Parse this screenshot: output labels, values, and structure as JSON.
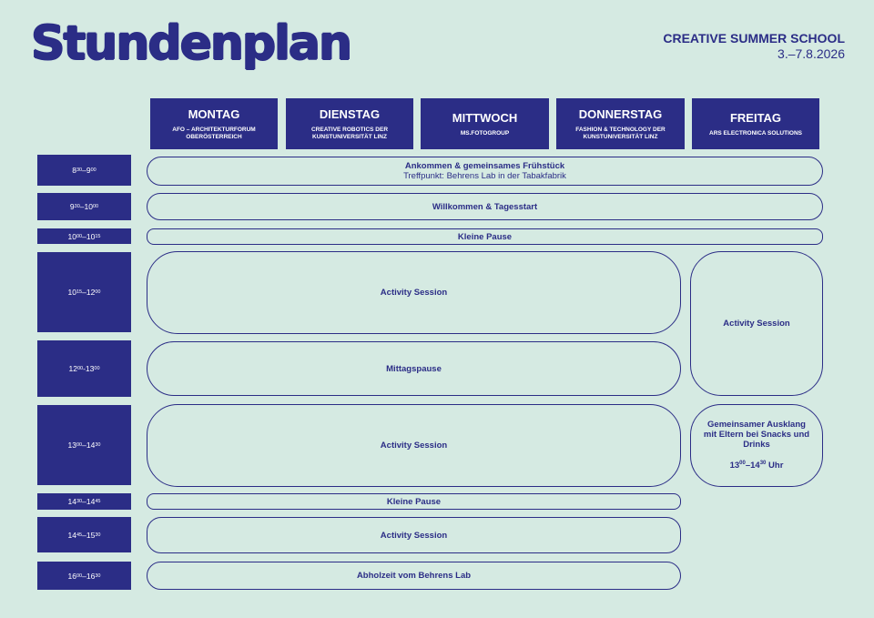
{
  "header": {
    "title": "Stundenplan",
    "school_name": "CREATIVE SUMMER SCHOOL",
    "school_dates": "3.–7.8.2026"
  },
  "days": [
    {
      "name": "MONTAG",
      "sub": "AFO – ARCHITEKTURFORUM OBERÖSTERREICH"
    },
    {
      "name": "DIENSTAG",
      "sub": "CREATIVE ROBOTICS DER KUNSTUNIVERSITÄT LINZ"
    },
    {
      "name": "MITTWOCH",
      "sub": "MS.FOTOGROUP"
    },
    {
      "name": "DONNERSTAG",
      "sub": "FASHION & TECHNOLOGY DER KUNSTUNIVERSITÄT LINZ"
    },
    {
      "name": "FREITAG",
      "sub": "ARS ELECTRONICA SOLUTIONS"
    }
  ],
  "times": [
    {
      "start": "8",
      "start_min": "30",
      "end": "9",
      "end_min": "00",
      "sep": " – "
    },
    {
      "start": "9",
      "start_min": "30",
      "end": "10",
      "end_min": "00",
      "sep": " – "
    },
    {
      "start": "10",
      "start_min": "00",
      "end": "10",
      "end_min": "15",
      "sep": " – "
    },
    {
      "start": "10",
      "start_min": "15",
      "end": "12",
      "end_min": "00",
      "sep": " – "
    },
    {
      "start": "12",
      "start_min": "00",
      "end": "13",
      "end_min": "00",
      "sep": " - "
    },
    {
      "start": "13",
      "start_min": "00",
      "end": "14",
      "end_min": "30",
      "sep": " – "
    },
    {
      "start": "14",
      "start_min": "30",
      "end": "14",
      "end_min": "45",
      "sep": " – "
    },
    {
      "start": "14",
      "start_min": "45",
      "end": "15",
      "end_min": "30",
      "sep": " – "
    },
    {
      "start": "16",
      "start_min": "00",
      "end": "16",
      "end_min": "30",
      "sep": " – "
    }
  ],
  "slots": {
    "breakfast": "Ankommen & gemeinsames Frühstück",
    "breakfast_sub": "Treffpunkt: Behrens Lab in der Tabakfabrik",
    "welcome": "Willkommen & Tagesstart",
    "break1": "Kleine Pause",
    "activity1": "Activity Session",
    "lunch": "Mittagspause",
    "activity2": "Activity Session",
    "break2": "Kleine Pause",
    "activity3": "Activity Session",
    "pickup": "Abholzeit vom Behrens Lab",
    "fri_activity": "Activity Session",
    "fri_closing": "Gemeinsamer Ausklang mit Eltern bei Snacks und Drinks",
    "fri_time_start": "13",
    "fri_time_start_min": "00",
    "fri_time_end": "14",
    "fri_time_end_min": "30",
    "fri_time_suffix": " Uhr"
  },
  "colors": {
    "background": "#d5eae2",
    "primary": "#2b2d86"
  }
}
